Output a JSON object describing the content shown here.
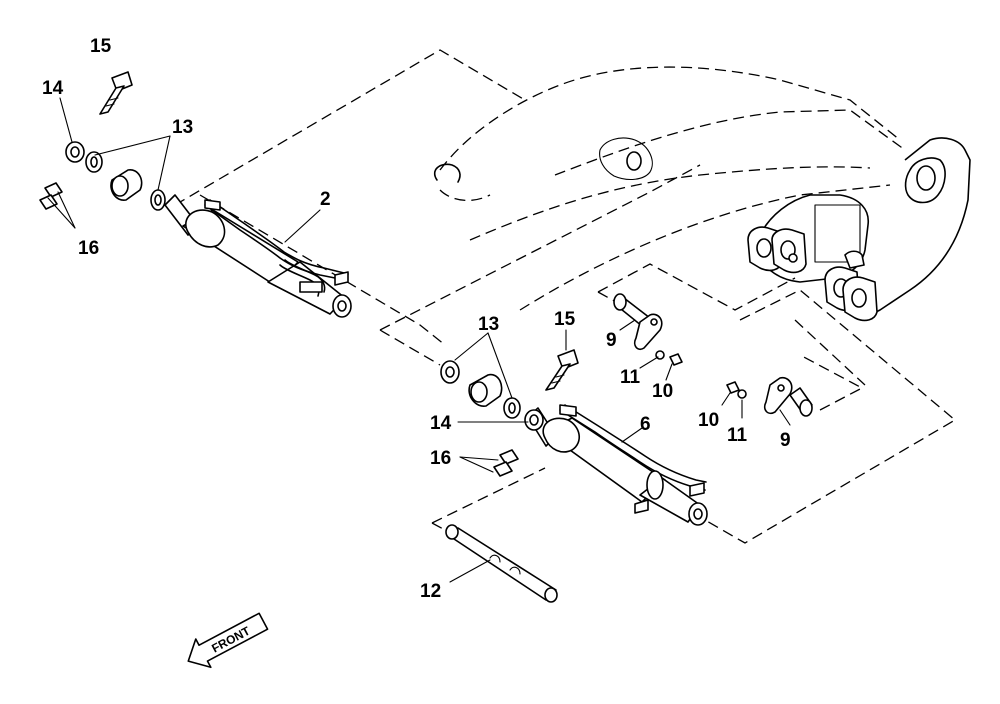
{
  "callouts": {
    "c15a": "15",
    "c14a": "14",
    "c13a": "13",
    "c16a": "16",
    "c2": "2",
    "c13b": "13",
    "c15b": "15",
    "c9a": "9",
    "c11a": "11",
    "c10a": "10",
    "c14b": "14",
    "c6": "6",
    "c16b": "16",
    "c10b": "10",
    "c11b": "11",
    "c9b": "9",
    "c12": "12"
  },
  "front_label": "FRONT"
}
